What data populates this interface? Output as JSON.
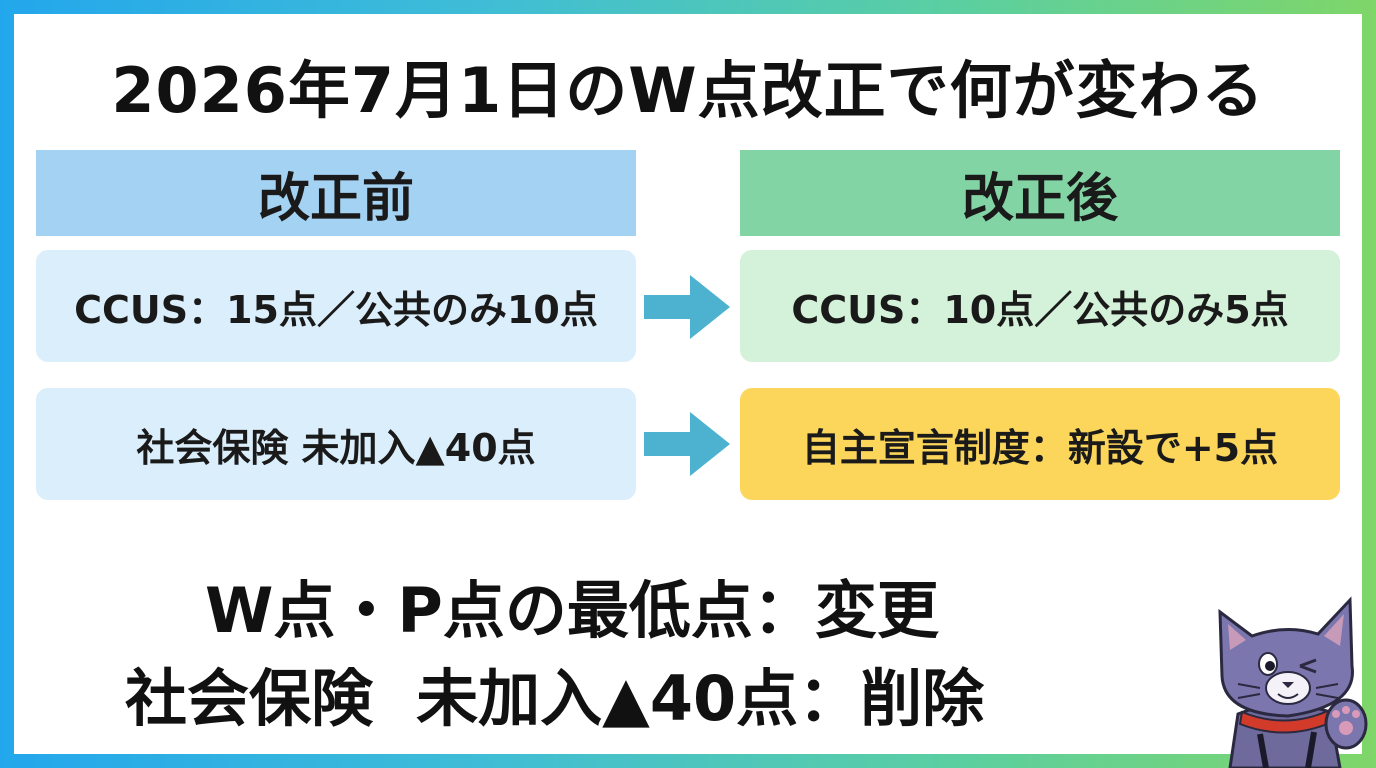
{
  "title": "2026年7月1日のW点改正で何が変わる",
  "before": {
    "header": "改正前",
    "row1": "CCUS：15点／公共のみ10点",
    "row2": "社会保険 未加入▲40点"
  },
  "after": {
    "header": "改正後",
    "row1": "CCUS：10点／公共のみ5点",
    "row2": "自主宣言制度：新設で+5点"
  },
  "summary": {
    "line1": "W点・P点の最低点：変更",
    "line2": "社会保険  未加入▲40点：削除"
  },
  "icons": {
    "arrow": "arrow-right-icon",
    "mascot": "cat-mascot"
  },
  "colors": {
    "before_header": "#a4d2f2",
    "before_box": "#dbeefb",
    "after_header": "#83d4a5",
    "after_box": "#d4f1d9",
    "highlight_box": "#fbd65a",
    "arrow": "#4cb2d0"
  }
}
